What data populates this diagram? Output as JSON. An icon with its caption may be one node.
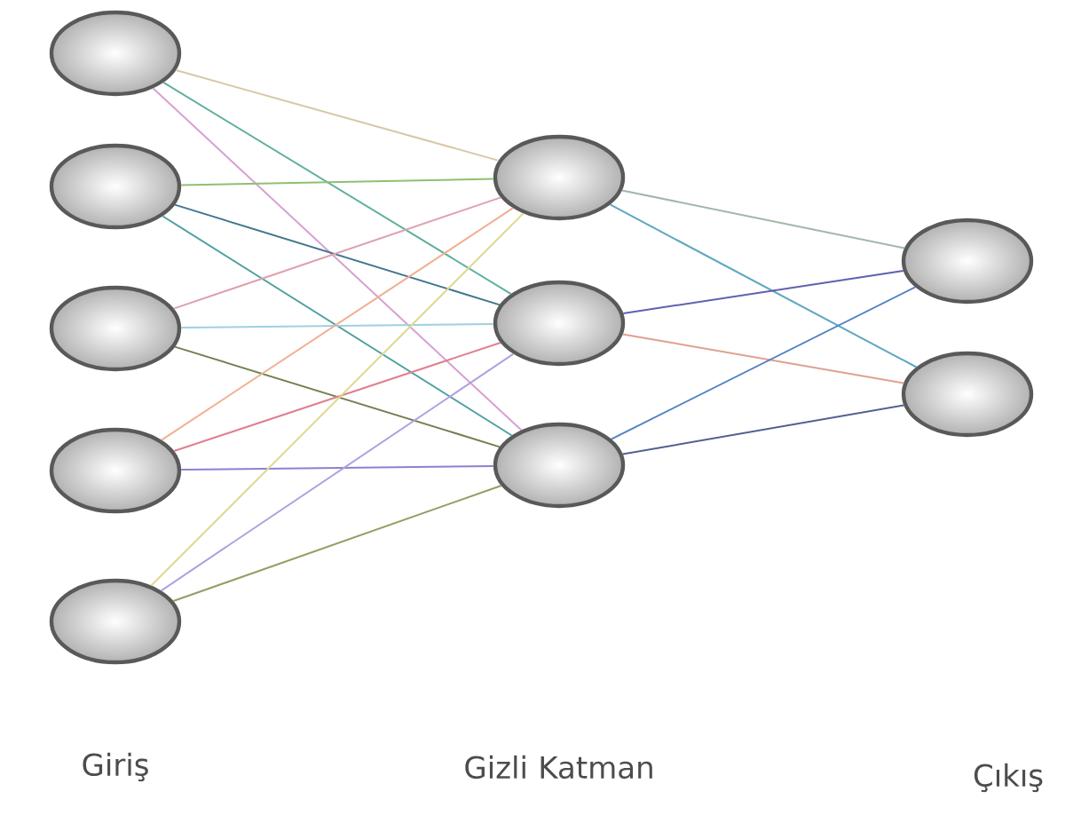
{
  "diagram": {
    "nodes": [
      {
        "text": [],
        "shape": "circle"
      },
      {
        "text": [],
        "shape": "circle"
      },
      {
        "text": [],
        "shape": "circle"
      },
      {
        "text": [],
        "shape": "circle"
      },
      {
        "text": [],
        "shape": "circle"
      },
      {
        "text": [],
        "shape": "circle"
      },
      {
        "text": [],
        "shape": "circle"
      },
      {
        "text": [],
        "shape": "circle"
      },
      {
        "text": [],
        "shape": "circle"
      },
      {
        "text": [],
        "shape": "circle"
      }
    ],
    "edges": [
      {
        "from": 0,
        "to": 5,
        "arrow": "none",
        "color": "#d8c8a8"
      },
      {
        "from": 0,
        "to": 6,
        "arrow": "none",
        "color": "#60b0a0"
      },
      {
        "from": 0,
        "to": 7,
        "arrow": "none",
        "color": "#d8a0d0"
      },
      {
        "from": 1,
        "to": 5,
        "arrow": "none",
        "color": "#90c070"
      },
      {
        "from": 1,
        "to": 6,
        "arrow": "none",
        "color": "#407890"
      },
      {
        "from": 1,
        "to": 7,
        "arrow": "none",
        "color": "#50a0a0"
      },
      {
        "from": 2,
        "to": 5,
        "arrow": "none",
        "color": "#e0a0b0"
      },
      {
        "from": 2,
        "to": 6,
        "arrow": "none",
        "color": "#a0d0e0"
      },
      {
        "from": 2,
        "to": 7,
        "arrow": "none",
        "color": "#708050"
      },
      {
        "from": 3,
        "to": 5,
        "arrow": "none",
        "color": "#f0b090"
      },
      {
        "from": 3,
        "to": 6,
        "arrow": "none",
        "color": "#e08090"
      },
      {
        "from": 3,
        "to": 7,
        "arrow": "none",
        "color": "#9080d0"
      },
      {
        "from": 4,
        "to": 5,
        "arrow": "none",
        "color": "#e0d890"
      },
      {
        "from": 4,
        "to": 6,
        "arrow": "none",
        "color": "#b0a0e0"
      },
      {
        "from": 4,
        "to": 7,
        "arrow": "none",
        "color": "#90a060"
      },
      {
        "from": 5,
        "to": 8,
        "arrow": "none",
        "color": "#a0b8a8"
      },
      {
        "from": 5,
        "to": 9,
        "arrow": "none",
        "color": "#60a8c0"
      },
      {
        "from": 6,
        "to": 8,
        "arrow": "none",
        "color": "#6060b0"
      },
      {
        "from": 6,
        "to": 9,
        "arrow": "none",
        "color": "#e0a090"
      },
      {
        "from": 7,
        "to": 8,
        "arrow": "none",
        "color": "#5080c0"
      },
      {
        "from": 7,
        "to": 9,
        "arrow": "none",
        "color": "#506090"
      }
    ],
    "labels": [
      "Giriş",
      "Gizli Katman",
      "Çıkış"
    ]
  }
}
